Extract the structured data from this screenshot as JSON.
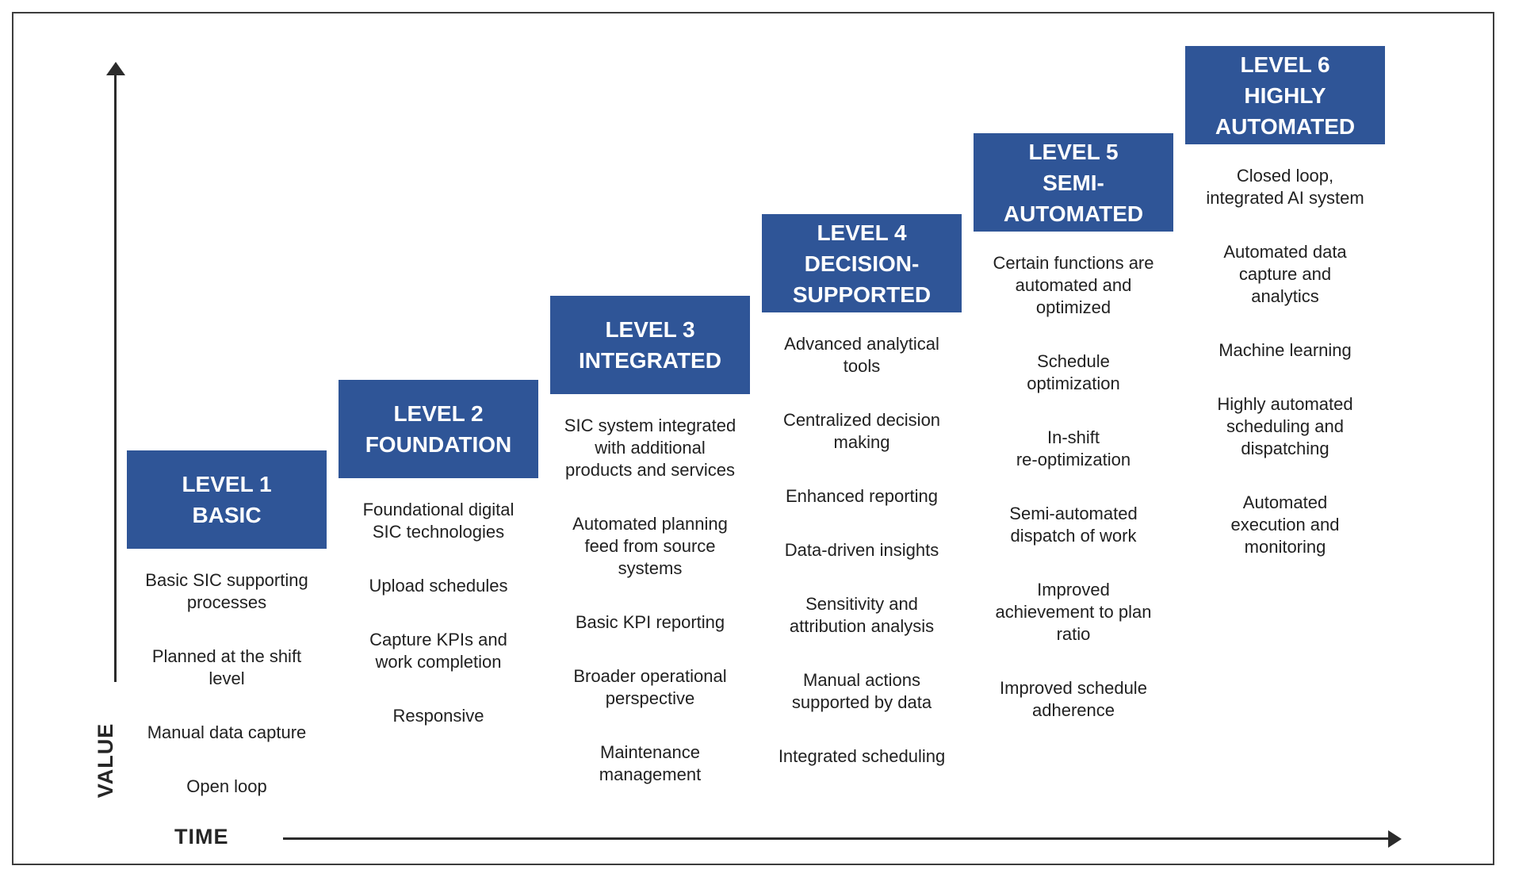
{
  "figure": {
    "axes": {
      "y_label": "VALUE",
      "x_label": "TIME"
    },
    "colors": {
      "level_box_blue": "#2F5597",
      "axis_dark": "#2b2b2b",
      "text_dark": "#212121"
    },
    "levels": [
      {
        "title": "LEVEL 1\nBASIC",
        "items": [
          "Basic SIC supporting\nprocesses",
          "Planned at the shift\nlevel",
          "Manual data capture",
          "Open loop"
        ]
      },
      {
        "title": "LEVEL 2\nFOUNDATION",
        "items": [
          "Foundational  digital\nSIC technologies",
          "Upload schedules",
          "Capture KPIs and\nwork completion",
          "Responsive"
        ]
      },
      {
        "title": "LEVEL 3\nINTEGRATED",
        "items": [
          "SIC system integrated\nwith additional\nproducts and services",
          "Automated planning\nfeed from source\nsystems",
          "Basic KPI reporting",
          "Broader operational\nperspective",
          "Maintenance\nmanagement"
        ]
      },
      {
        "title": "LEVEL 4\nDECISION-\nSUPPORTED",
        "items": [
          "Advanced analytical\ntools",
          "Centralized decision\nmaking",
          "Enhanced reporting",
          "Data-driven insights",
          "Sensitivity and\nattribution analysis",
          "Manual actions\nsupported by data",
          "Integrated scheduling"
        ]
      },
      {
        "title": "LEVEL 5\nSEMI-\nAUTOMATED",
        "items": [
          "Certain functions are\nautomated and\noptimized",
          "Schedule\noptimization",
          "In-shift\nre-optimization",
          "Semi-automated\ndispatch of work",
          "Improved\nachievement to plan\nratio",
          "Improved schedule\nadherence"
        ]
      },
      {
        "title": "LEVEL 6\nHIGHLY\nAUTOMATED",
        "items": [
          "Closed loop,\nintegrated AI system",
          "Automated data\ncapture and\nanalytics",
          "Machine learning",
          "Highly automated\nscheduling and\ndispatching",
          "Automated\nexecution and\nmonitoring"
        ]
      }
    ]
  }
}
